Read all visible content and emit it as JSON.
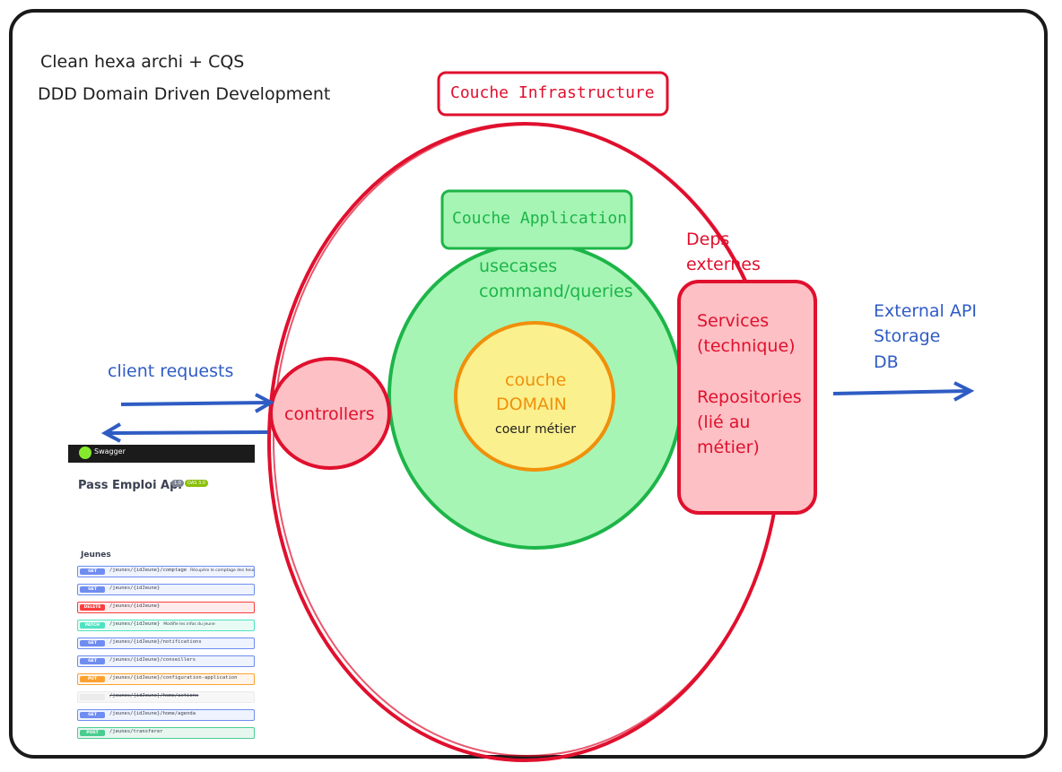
{
  "notes": {
    "line1": "Clean hexa archi + CQS",
    "line2": "DDD Domain Driven Development"
  },
  "layers": {
    "infrastructure": "Couche Infrastructure",
    "application": "Couche Application",
    "usecases_line1": "usecases",
    "usecases_line2": "command/queries",
    "domain_line1": "couche",
    "domain_line2": "DOMAIN",
    "domain_line3": "coeur métier"
  },
  "controllers": "controllers",
  "client_requests": "client requests",
  "deps": {
    "title_line1": "Deps",
    "title_line2": "externes",
    "services_line1": "Services",
    "services_line2": "(technique)",
    "repos_line1": "Repositories",
    "repos_line2": "(lié au",
    "repos_line3": "métier)"
  },
  "external": {
    "line1": "External API",
    "line2": "Storage",
    "line3": "DB"
  },
  "swagger": {
    "brand": "Swagger",
    "title": "Pass Emploi Api",
    "version": "1.0",
    "oas": "OAS 3.0",
    "section": "Jeunes",
    "endpoints": [
      {
        "method": "GET",
        "path": "/jeunes/{idJeune}/comptage",
        "desc": "Récupère le comptage des heures"
      },
      {
        "method": "GET",
        "path": "/jeunes/{idJeune}",
        "desc": ""
      },
      {
        "method": "DELETE",
        "path": "/jeunes/{idJeune}",
        "desc": ""
      },
      {
        "method": "PATCH",
        "path": "/jeunes/{idJeune}",
        "desc": "Modifie les infos du jeune"
      },
      {
        "method": "GET",
        "path": "/jeunes/{idJeune}/notifications",
        "desc": ""
      },
      {
        "method": "GET",
        "path": "/jeunes/{idJeune}/conseillers",
        "desc": ""
      },
      {
        "method": "PUT",
        "path": "/jeunes/{idJeune}/configuration-application",
        "desc": ""
      },
      {
        "method": "",
        "path": "/jeunes/{idJeune}/home/actions",
        "desc": ""
      },
      {
        "method": "GET",
        "path": "/jeunes/{idJeune}/home/agenda",
        "desc": ""
      },
      {
        "method": "POST",
        "path": "/jeunes/transferer",
        "desc": ""
      }
    ]
  },
  "colors": {
    "infra_red": "#e0102e",
    "app_green": "#1db548",
    "domain_orange": "#f0900a",
    "arrow_blue": "#2f5cc4"
  }
}
